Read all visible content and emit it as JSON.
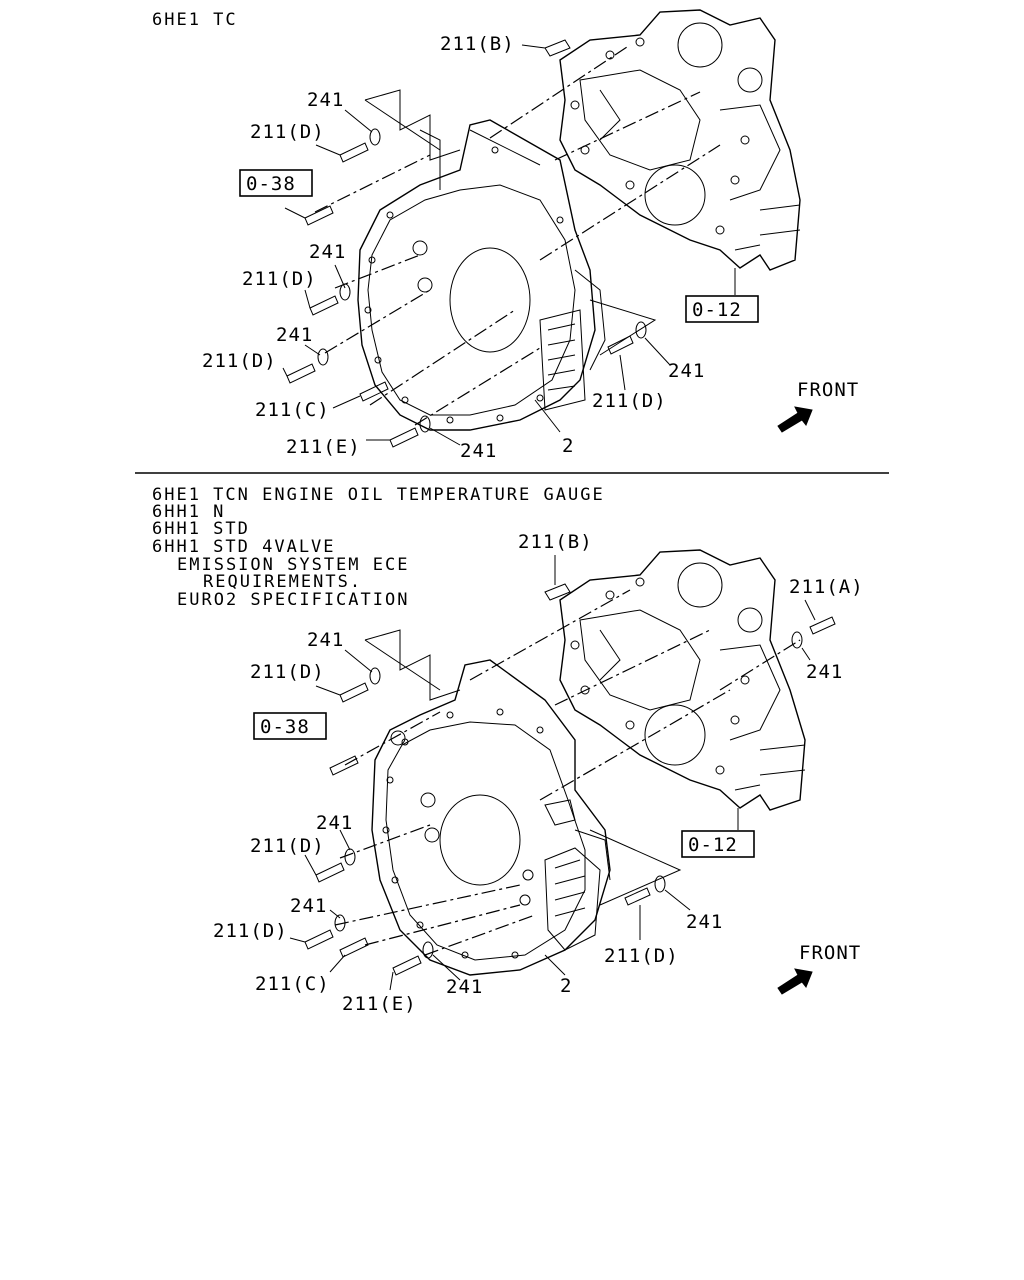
{
  "upper": {
    "header": [
      "6HE1 TC"
    ],
    "labels": {
      "b211_B": "211(B)",
      "w241_a": "241",
      "b211_D_a": "211(D)",
      "ref_038": "0-38",
      "w241_b": "241",
      "b211_D_b": "211(D)",
      "w241_c": "241",
      "b211_D_c": "211(D)",
      "b211_C": "211(C)",
      "b211_E": "211(E)",
      "w241_d": "241",
      "part_2": "2",
      "b211_D_d": "211(D)",
      "w241_e": "241",
      "ref_012": "0-12",
      "front": "FRONT"
    }
  },
  "lower": {
    "header": [
      "6HE1 TCN ENGINE OIL TEMPERATURE GAUGE",
      "6HH1 N",
      "6HH1 STD",
      "6HH1 STD 4VALVE",
      "EMISSION SYSTEM ECE",
      "REQUIREMENTS.",
      "EURO2 SPECIFICATION"
    ],
    "labels": {
      "b211_B": "211(B)",
      "b211_A": "211(A)",
      "w241_f": "241",
      "w241_a": "241",
      "b211_D_a": "211(D)",
      "ref_038": "0-38",
      "w241_b": "241",
      "b211_D_b": "211(D)",
      "w241_c": "241",
      "b211_D_c": "211(D)",
      "b211_C": "211(C)",
      "b211_E": "211(E)",
      "w241_d": "241",
      "part_2": "2",
      "ref_012": "0-12",
      "w241_e": "241",
      "b211_D_d": "211(D)",
      "front": "FRONT"
    }
  }
}
